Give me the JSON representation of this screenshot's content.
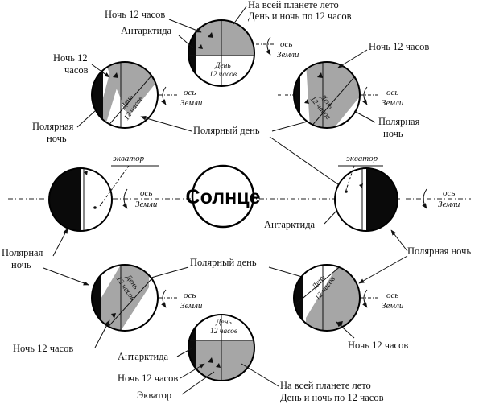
{
  "colors": {
    "night": "#0a0a0a",
    "lit": "#ffffff",
    "gray": "#a6a6a6",
    "line": "#1a1a1a"
  },
  "sun": {
    "label": "Солнце"
  },
  "labels": {
    "night12_top": "Ночь 12 часов",
    "antarctica_top": "Антарктида",
    "summer_top_l1": "На всей планете лето",
    "summer_top_l2": "День и ночь по 12 часов",
    "day12_top_l1": "День",
    "day12_top_l2": "12 часов",
    "axis_top_l1": "ось",
    "axis_top_l2": "Земли",
    "night12_ul_l1": "Ночь 12",
    "night12_ul_l2": "часов",
    "day12_ul_l1": "День",
    "day12_ul_l2": "12 часов",
    "axis_ul_l1": "ось",
    "axis_ul_l2": "Земли",
    "polar_night_ul_l1": "Полярная",
    "polar_night_ul_l2": "ночь",
    "polar_day_upper": "Полярный день",
    "night12_ur": "Ночь 12 часов",
    "day12_ur_l1": "День",
    "day12_ur_l2": "12 часов",
    "axis_ur_l1": "ось",
    "axis_ur_l2": "Земли",
    "polar_night_ur_l1": "Полярная",
    "polar_night_ur_l2": "ночь",
    "equator_l": "экватор",
    "axis_l_l1": "ось",
    "axis_l_l2": "Земли",
    "equator_r": "экватор",
    "axis_r_l1": "ось",
    "axis_r_l2": "Земли",
    "antarctica_r": "Антарктида",
    "polar_night_left_l1": "Полярная",
    "polar_night_left_l2": "ночь",
    "polar_night_right": "Полярная ночь",
    "polar_day_lower": "Полярный день",
    "day12_ll_l1": "День",
    "day12_ll_l2": "12 часов",
    "axis_ll_l1": "ось",
    "axis_ll_l2": "Земли",
    "night12_ll": "Ночь 12 часов",
    "day12_lr_l1": "День",
    "day12_lr_l2": "12 часов",
    "axis_lr_l1": "ось",
    "axis_lr_l2": "Земли",
    "night12_lr": "Ночь 12 часов",
    "day12_bot_l1": "День",
    "day12_bot_l2": "12 часов",
    "antarctica_bot": "Антарктида",
    "night12_bot": "Ночь 12 часов",
    "equator_bot": "Экватор",
    "summer_bot_l1": "На всей планете лето",
    "summer_bot_l2": "День и ночь по 12 часов"
  }
}
